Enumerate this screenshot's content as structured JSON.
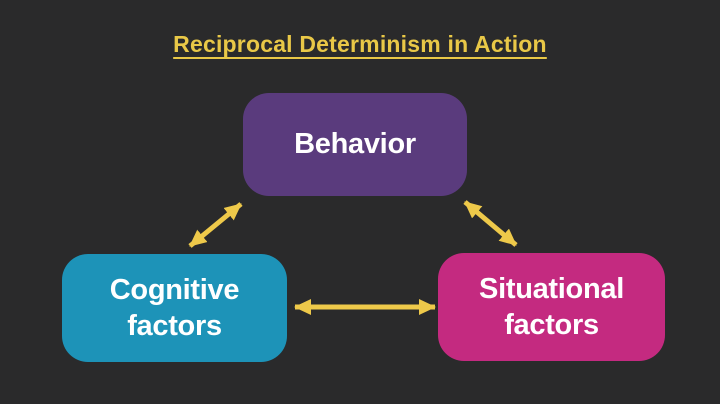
{
  "title": "Reciprocal Determinism in Action",
  "nodes": {
    "behavior": {
      "label": "Behavior"
    },
    "cognitive": {
      "label": "Cognitive factors"
    },
    "situational": {
      "label": "Situational factors"
    }
  },
  "relations": [
    "Behavior <-> Cognitive factors",
    "Behavior <-> Situational factors",
    "Cognitive factors <-> Situational factors"
  ],
  "colors": {
    "background": "#2a2a2b",
    "title_text": "#e9c847",
    "arrow": "#eec94a",
    "node_text": "#ffffff",
    "behavior_box": "#5a3b7d",
    "cognitive_box": "#1d93b8",
    "situational_box": "#c42a80"
  }
}
